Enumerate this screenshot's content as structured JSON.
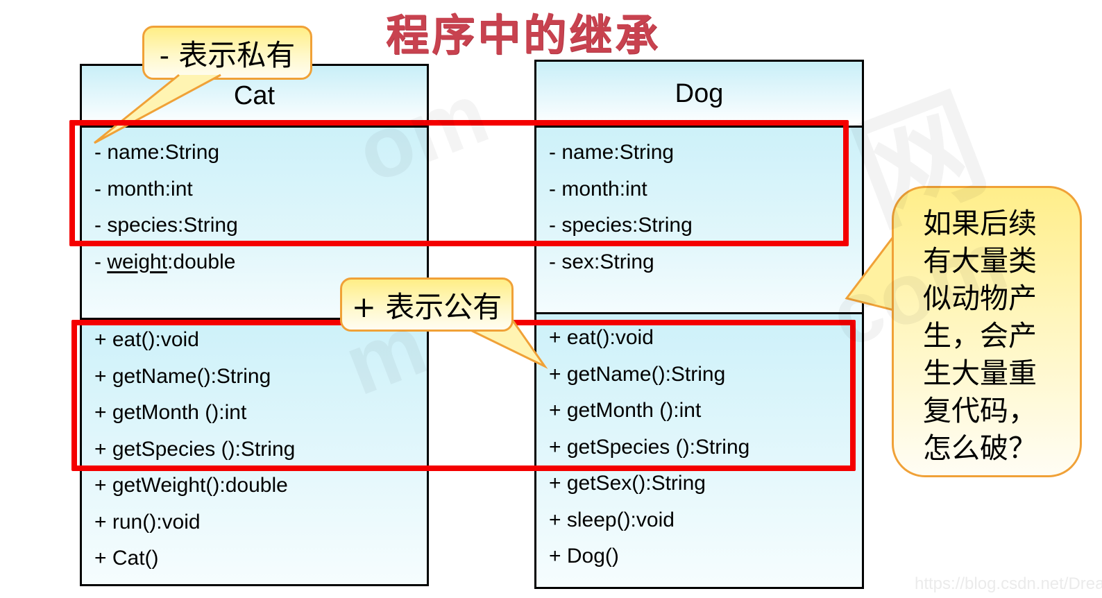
{
  "page": {
    "title": "程序中的继承",
    "title_color": "#c8424f"
  },
  "callouts": {
    "private_note": "- 表示私有",
    "public_note": "+ 表示公有",
    "question_lines": [
      "如果后续",
      "有大量类",
      "似动物产",
      "生，会产",
      "生大量重",
      "复代码，",
      "怎么破？"
    ]
  },
  "uml": {
    "cat": {
      "name": "Cat",
      "attributes": [
        "- name:String",
        "- month:int",
        "- species:String",
        {
          "pre": "- ",
          "u": "weight",
          "post": ":double"
        }
      ],
      "methods": [
        "+ eat():void",
        "+ getName():String",
        "+ getMonth ():int",
        "+ getSpecies ():String",
        "+ getWeight():double",
        "+ run():void",
        "+ Cat()"
      ]
    },
    "dog": {
      "name": "Dog",
      "attributes": [
        "- name:String",
        "- month:int",
        "- species:String",
        "- sex:String"
      ],
      "methods": [
        "+ eat():void",
        "+ getName():String",
        "+ getMonth ():int",
        "+ getSpecies ():String",
        "+ getSex():String",
        "+ sleep():void",
        "+ Dog()"
      ]
    }
  },
  "highlight": {
    "color": "#f40000",
    "callout_border_color": "#f0a137"
  },
  "watermark": {
    "fragments": {
      "a": "网",
      "b": "com",
      "c": "om",
      "d": "m"
    },
    "url": "https://blog.csdn.net/Dream_Weave"
  }
}
